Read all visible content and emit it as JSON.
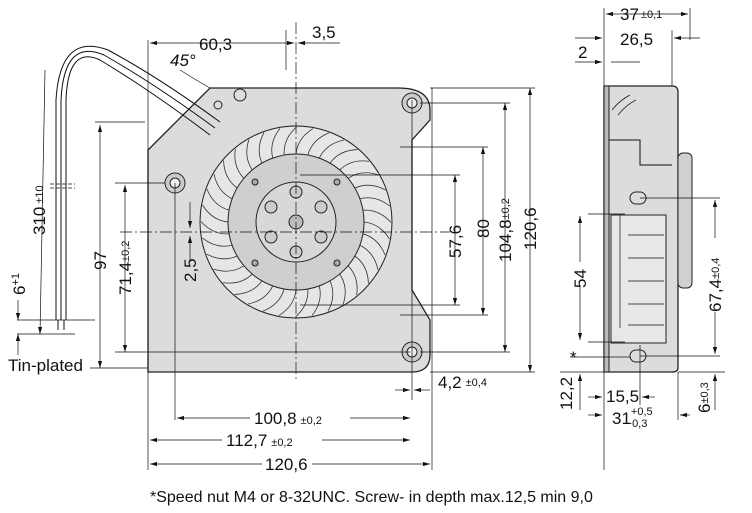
{
  "front_view": {
    "dim_60_3": "60,3",
    "dim_3_5": "3,5",
    "angle": "45°",
    "cable_length": "310",
    "cable_length_tol": "±10",
    "strip_length": "6",
    "strip_length_tol": "+1",
    "dim_97": "97",
    "dim_71_4": "71,4",
    "dim_71_4_tol": "±0,2",
    "dim_2_5": "2,5",
    "dim_57_6": "57,6",
    "dim_80": "80",
    "dim_104_8": "104,8",
    "dim_104_8_tol": "±0,2",
    "dim_120_6_v": "120,6",
    "tin_plated": "Tin-plated",
    "dim_4_2": "4,2",
    "dim_4_2_tol": "±0,4",
    "dim_100_8": "100,8",
    "dim_100_8_tol": "±0,2",
    "dim_112_7": "112,7",
    "dim_112_7_tol": "±0,2",
    "dim_120_6_h": "120,6"
  },
  "side_view": {
    "dim_37": "37",
    "dim_37_tol": "±0,1",
    "dim_26_5": "26,5",
    "dim_2": "2",
    "dim_54": "54",
    "dim_67_4": "67,4",
    "dim_67_4_tol": "±0,4",
    "asterisk": "*",
    "dim_12_2": "12,2",
    "dim_15_5": "15,5",
    "dim_31": "31",
    "dim_31_tol_upper": "+0,5",
    "dim_31_tol_lower": "−0,3",
    "dim_6": "6",
    "dim_6_tol": "±0,3"
  },
  "footnote": "*Speed nut M4 or 8-32UNC. Screw- in depth max.12,5 min 9,0"
}
